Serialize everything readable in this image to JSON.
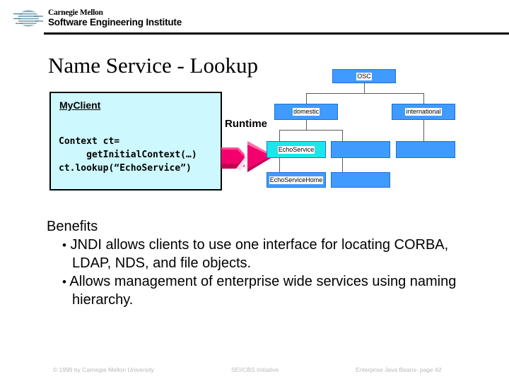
{
  "header": {
    "logo_icon": "sei-striped-globe-logo",
    "wordmark_line1": "Carnegie Mellon",
    "wordmark_line2": "Software Engineering Institute"
  },
  "slide": {
    "title": "Name Service - Lookup"
  },
  "client_box": {
    "title": "MyClient",
    "code": "Context ct=\n     getInitialContext(…)\nct.lookup(“EchoService”)"
  },
  "runtime": {
    "label": "Runtime",
    "arrow_icon": "right-arrow-3d-icon",
    "arrow_color": "#f2006e",
    "arrow_highlight": "#ffd9e8"
  },
  "naming_tree": {
    "node_color": "#3f9bff",
    "highlight_color": "#19e8ea",
    "nodes": [
      {
        "id": "root",
        "label": "OSC"
      },
      {
        "id": "domestic",
        "label": "domestic"
      },
      {
        "id": "international",
        "label": "international"
      },
      {
        "id": "echoservice",
        "label": "EchoService"
      },
      {
        "id": "domestic-blank",
        "label": ""
      },
      {
        "id": "international-blank",
        "label": ""
      },
      {
        "id": "echoservicehome",
        "label": "EchoServiceHome"
      },
      {
        "id": "domestic-blank2",
        "label": ""
      }
    ]
  },
  "benefits": {
    "heading": "Benefits",
    "items": [
      "JNDI allows clients to use one interface for locating CORBA, LDAP, NDS, and file objects.",
      "Allows management of enterprise wide services using naming hierarchy."
    ],
    "bullet": "•"
  },
  "footer": {
    "left": "© 1999 by Carnegie Mellon University",
    "center": "SEI/CBS Initiative",
    "right": "Enterprise Java Beans- page 42"
  }
}
